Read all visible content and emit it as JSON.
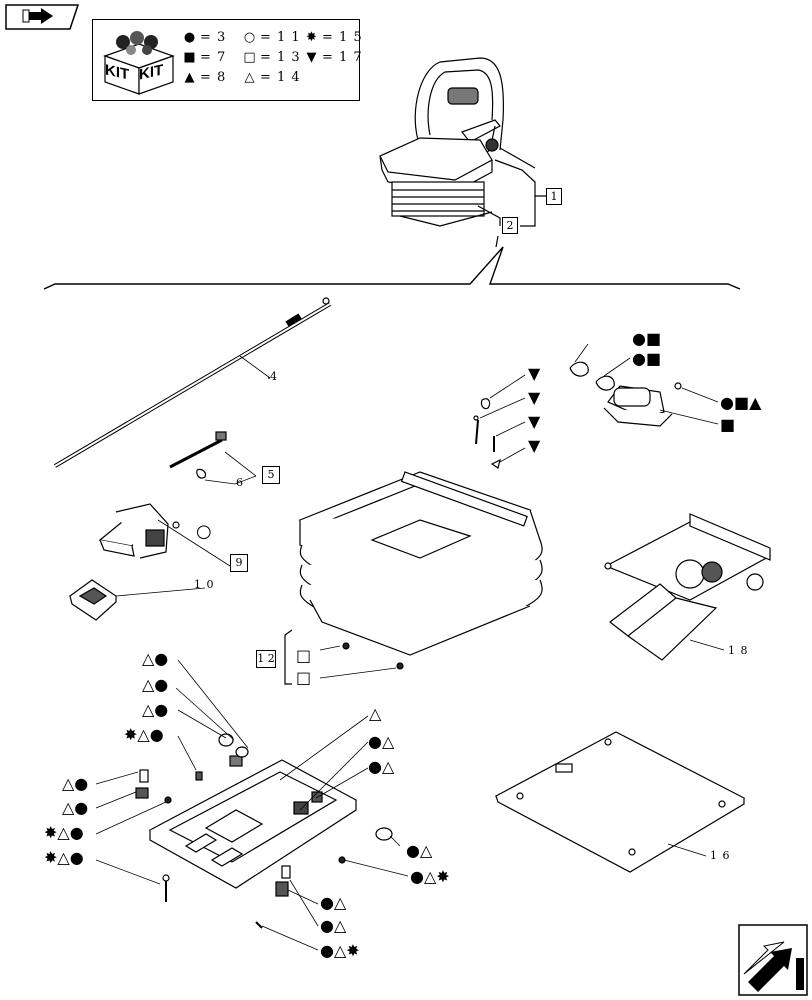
{
  "nav": {
    "back_icon": "back-arrow-icon",
    "next_icon": "next-arrow-icon"
  },
  "kit_legend": {
    "kit_text_1": "KIT",
    "kit_text_2": "KIT",
    "items": [
      {
        "symbol": "●",
        "shape": "filled-circle",
        "value": "= 3"
      },
      {
        "symbol": "○",
        "shape": "open-circle",
        "value": "= 1 1"
      },
      {
        "symbol": "✸",
        "shape": "star",
        "value": "= 1 5"
      },
      {
        "symbol": "■",
        "shape": "filled-square",
        "value": "= 7"
      },
      {
        "symbol": "□",
        "shape": "open-square",
        "value": "= 1 3"
      },
      {
        "symbol": "▼",
        "shape": "down-triangle",
        "value": "= 1 7"
      },
      {
        "symbol": "▲",
        "shape": "filled-triangle",
        "value": "= 8"
      },
      {
        "symbol": "△",
        "shape": "open-triangle",
        "value": "= 1 4"
      }
    ]
  },
  "refs": {
    "r1": "1",
    "r2": "2",
    "r4": "4",
    "r5": "5",
    "r6": "6",
    "r9": "9",
    "r10": "1 0",
    "r12": "1 2",
    "r16": "1 6",
    "r18": "1 8"
  },
  "callouts": {
    "c_ring1": "●■",
    "c_ring2": "●■",
    "c_bolt": "●■▲",
    "c_motor": "■",
    "c_pin1": "▼",
    "c_pin2": "▼",
    "c_pin3": "▼",
    "c_pin4": "▼",
    "c_open_circle": "○",
    "c_sq1": "□",
    "c_sq2": "□",
    "l1": "△●",
    "l2": "△●",
    "l3": "△●",
    "l4": "✸△●",
    "l5": "△●",
    "l6": "△●",
    "l7": "✸△●",
    "l8": "✸△●",
    "m_tri": "△",
    "m1": "●△",
    "m2": "●△",
    "r_a": "●△",
    "r_b": "●△✸",
    "b1": "●△",
    "b2": "●△",
    "b3": "●△✸"
  }
}
